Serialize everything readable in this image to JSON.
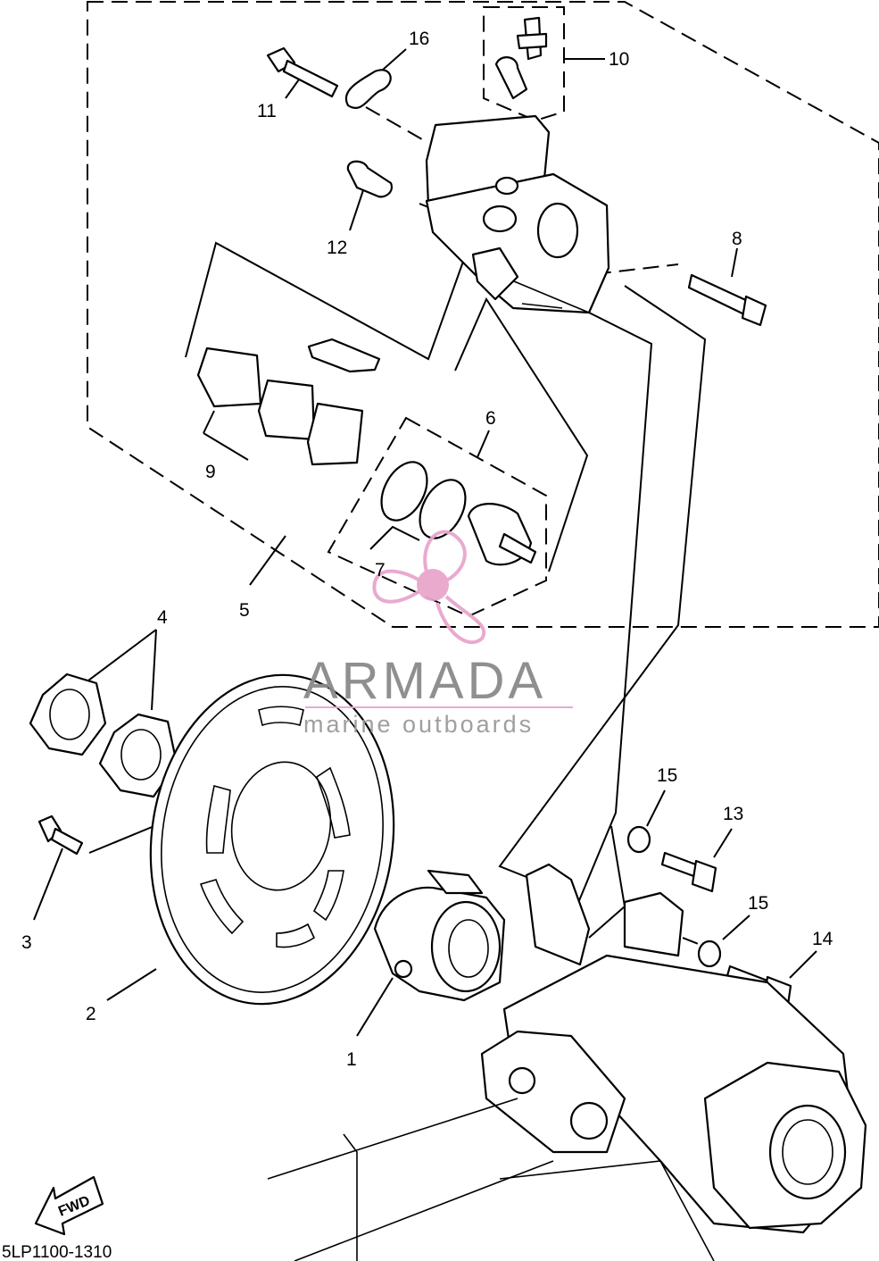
{
  "callouts": [
    "1",
    "2",
    "3",
    "4",
    "5",
    "6",
    "7",
    "8",
    "9",
    "10",
    "11",
    "12",
    "13",
    "14",
    "15",
    "15",
    "16"
  ],
  "diagram_code": "5LP1100-1310",
  "watermark": {
    "brand": "ARMADA",
    "tagline": "marine outboards",
    "color": "#e8a6cc"
  },
  "fwd_label": "FWD"
}
